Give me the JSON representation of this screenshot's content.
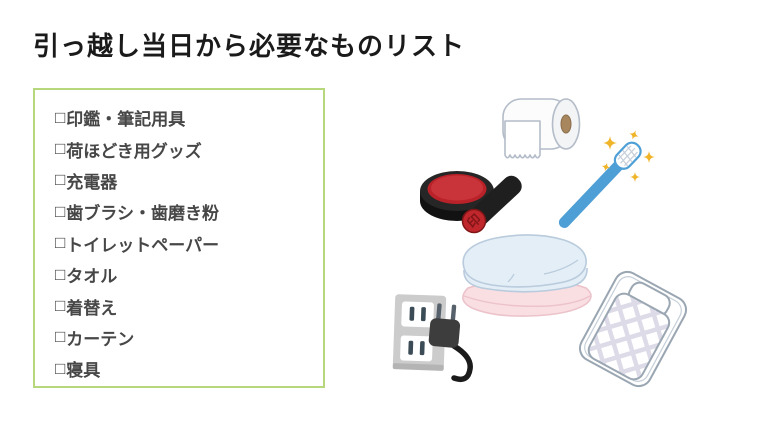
{
  "page": {
    "title": "引っ越し当日から必要なものリスト",
    "background_color": "#ffffff",
    "title_color": "#1a1a1a"
  },
  "checklist": {
    "checkbox_glyph": "□",
    "items": [
      "印鑑・筆記用具",
      "荷ほどき用グッズ",
      "充電器",
      "歯ブラシ・歯磨き粉",
      "トイレットペーパー",
      "タオル",
      "着替え",
      "カーテン",
      "寝具"
    ],
    "border_color": "#b7d77d",
    "text_color": "#474747"
  },
  "illustrations": {
    "stamp_character": "印",
    "names": [
      "toilet-paper-roll",
      "hanko-stamp-and-ink-pad",
      "toothbrush-with-sparkles",
      "folded-towels",
      "power-outlet-with-plug",
      "futon-bedding"
    ],
    "colors": {
      "toothbrush_blue": "#4d9fd6",
      "sparkle_yellow": "#f0b429",
      "hanko_red": "#c0272d",
      "towel_blue": "#e3eef7",
      "towel_pink": "#f9dfe2",
      "outlet_gray": "#cccccc",
      "plug_dark": "#3d3d3d",
      "futon_outline": "#9aa6b2",
      "paper_outline": "#b3bcc8"
    }
  }
}
